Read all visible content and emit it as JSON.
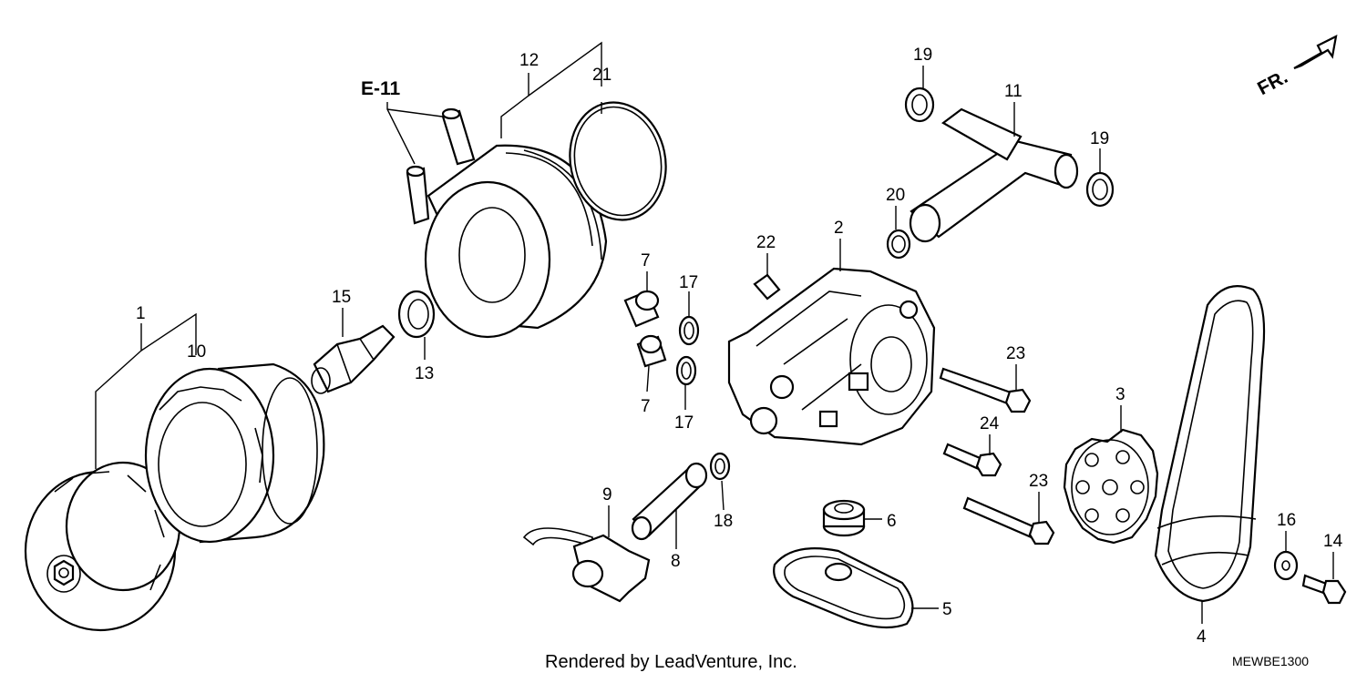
{
  "diagram": {
    "ref_label": "E-11",
    "front_arrow": "FR.",
    "footer": "Rendered by LeadVenture, Inc.",
    "code": "MEWBE1300",
    "callouts": {
      "c1": "1",
      "c2": "2",
      "c3": "3",
      "c4": "4",
      "c5": "5",
      "c6": "6",
      "c7a": "7",
      "c7b": "7",
      "c8": "8",
      "c9": "9",
      "c10": "10",
      "c11": "11",
      "c12": "12",
      "c13": "13",
      "c14": "14",
      "c15": "15",
      "c16": "16",
      "c17a": "17",
      "c17b": "17",
      "c18": "18",
      "c19a": "19",
      "c19b": "19",
      "c20": "20",
      "c21": "21",
      "c22": "22",
      "c23a": "23",
      "c23b": "23",
      "c24": "24"
    }
  }
}
